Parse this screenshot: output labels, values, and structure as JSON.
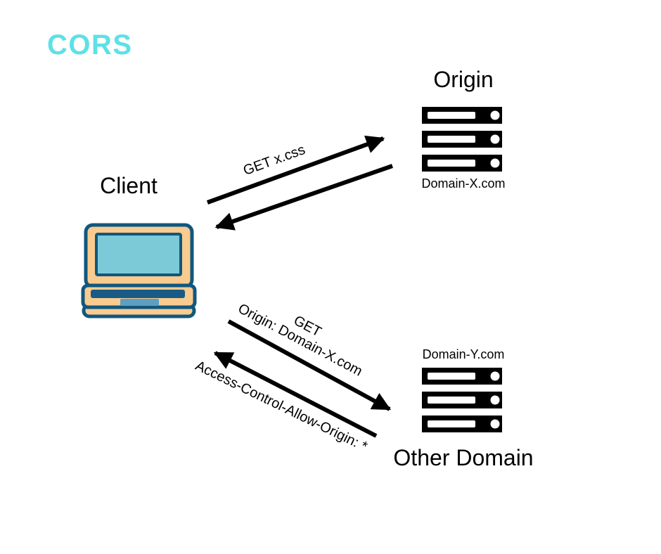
{
  "title": "CORS",
  "colors": {
    "title": "#5CE1E6",
    "arrow": "#000000",
    "server": "#000000",
    "laptop_body": "#F9CB8F",
    "laptop_outline": "#10577F",
    "laptop_screen": "#7CC9D8",
    "laptop_keyboard": "#1A5B86",
    "laptop_trackpad": "#5E9FC1"
  },
  "client": {
    "label": "Client",
    "icon": "laptop-icon"
  },
  "origin_server": {
    "label": "Origin",
    "domain": "Domain-X.com",
    "icon": "server-stack-icon"
  },
  "other_server": {
    "label": "Other Domain",
    "domain": "Domain-Y.com",
    "icon": "server-stack-icon"
  },
  "arrows": {
    "request_to_origin": {
      "label": "GET x.css"
    },
    "response_from_origin": {
      "label": ""
    },
    "request_to_other": {
      "label_line1": "GET",
      "label_line2": "Origin: Domain-X.com"
    },
    "response_from_other": {
      "label": "Access-Control-Allow-Origin: *"
    }
  }
}
